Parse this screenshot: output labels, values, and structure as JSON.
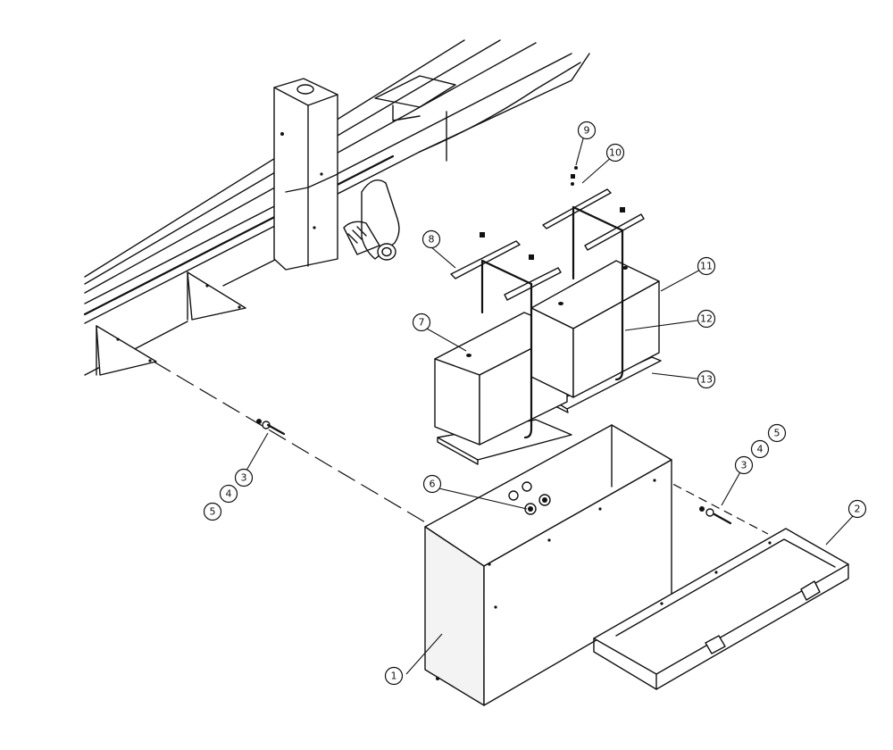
{
  "callouts": [
    {
      "id": "c1",
      "label": "1"
    },
    {
      "id": "c2",
      "label": "2"
    },
    {
      "id": "c3a",
      "label": "3"
    },
    {
      "id": "c4a",
      "label": "4"
    },
    {
      "id": "c5a",
      "label": "5"
    },
    {
      "id": "c3b",
      "label": "3"
    },
    {
      "id": "c4b",
      "label": "4"
    },
    {
      "id": "c5b",
      "label": "5"
    },
    {
      "id": "c6",
      "label": "6"
    },
    {
      "id": "c7",
      "label": "7"
    },
    {
      "id": "c8",
      "label": "8"
    },
    {
      "id": "c9",
      "label": "9"
    },
    {
      "id": "c10",
      "label": "10"
    },
    {
      "id": "c11",
      "label": "11"
    },
    {
      "id": "c12",
      "label": "12"
    },
    {
      "id": "c13",
      "label": "13"
    }
  ],
  "colors": {
    "line": "#111111",
    "background": "#ffffff"
  }
}
